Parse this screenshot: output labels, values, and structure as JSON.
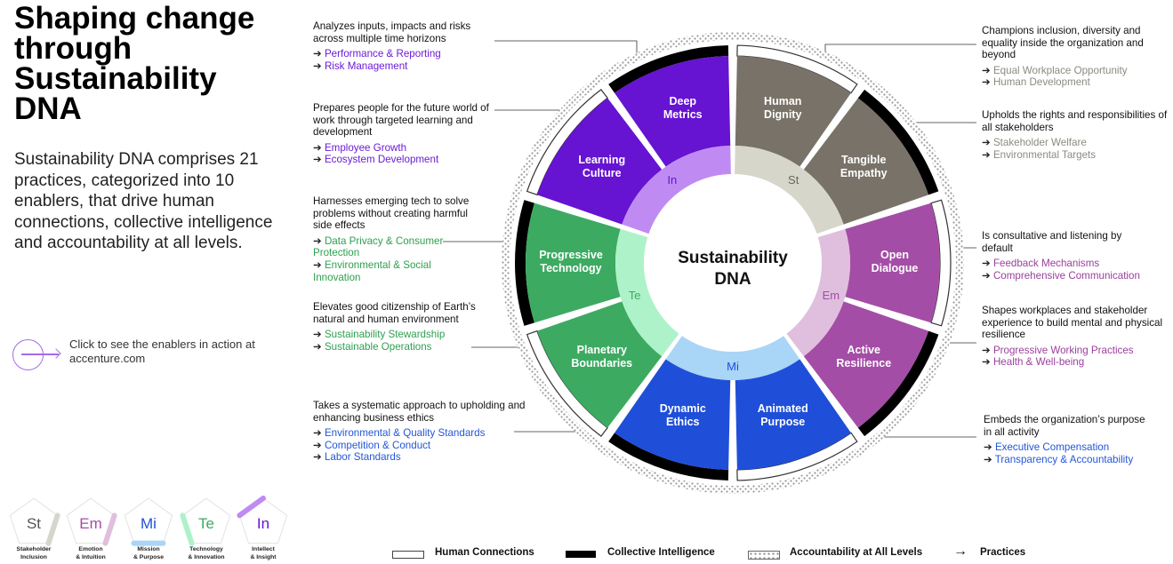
{
  "title": "Shaping change through Sustainability DNA",
  "intro": "Sustainability DNA comprises 21 practices, categorized into 10 enablers, that drive human connections, collective intelligence and accountability at all levels.",
  "cta": {
    "text": "Click to see the enablers in action at accenture.com",
    "icon": "arrow-circle-icon",
    "color": "#a46be8"
  },
  "center_label": "Sustainability DNA",
  "groups": [
    {
      "abbr": "St",
      "name": "Stakeholder Inclusion",
      "color": "#787268",
      "inner_color": "#d7d6cb",
      "practice_color": "#8c8a80"
    },
    {
      "abbr": "Em",
      "name": "Emotion & Intuition",
      "color": "#a44da6",
      "inner_color": "#dfbfdd",
      "practice_color": "#9b3f9d"
    },
    {
      "abbr": "Mi",
      "name": "Mission & Purpose",
      "color": "#1f4fd9",
      "inner_color": "#a9d5f6",
      "practice_color": "#2456d6"
    },
    {
      "abbr": "Te",
      "name": "Technology & Innovation",
      "color": "#3daa62",
      "inner_color": "#adf2c8",
      "practice_color": "#2ea04f"
    },
    {
      "abbr": "In",
      "name": "Intellect & Insight",
      "color": "#6613d2",
      "inner_color": "#bf8bf3",
      "practice_color": "#6b1bd6"
    }
  ],
  "enablers": [
    {
      "name": "Human Dignity",
      "group": "St",
      "description": "Champions inclusion, diversity and equality inside the organization and beyond",
      "practices": [
        "Equal Workplace Opportunity",
        "Human Development"
      ]
    },
    {
      "name": "Tangible Empathy",
      "group": "St",
      "description": "Upholds the rights and responsibilities of all stakeholders",
      "practices": [
        "Stakeholder Welfare",
        "Environmental Targets"
      ]
    },
    {
      "name": "Open Dialogue",
      "group": "Em",
      "description": "Is consultative and listening by default",
      "practices": [
        "Feedback Mechanisms",
        "Comprehensive Communication"
      ]
    },
    {
      "name": "Active Resilience",
      "group": "Em",
      "description": "Shapes workplaces and stakeholder experience to build mental and physical resilience",
      "practices": [
        "Progressive Working Practices",
        "Health & Well-being"
      ]
    },
    {
      "name": "Animated Purpose",
      "group": "Mi",
      "description": "Embeds the organization’s purpose in all activity",
      "practices": [
        "Executive Compensation",
        "Transparency & Accountability"
      ]
    },
    {
      "name": "Dynamic Ethics",
      "group": "Mi",
      "description": "Takes a systematic approach to upholding and enhancing business ethics",
      "practices": [
        "Environmental & Quality Standards",
        "Competition & Conduct",
        "Labor Standards"
      ]
    },
    {
      "name": "Planetary Boundaries",
      "group": "Te",
      "description": "Elevates good citizenship of Earth’s natural and human environment",
      "practices": [
        "Sustainability Stewardship",
        "Sustainable Operations"
      ]
    },
    {
      "name": "Progressive Technology",
      "group": "Te",
      "description": "Harnesses emerging tech to solve problems without creating harmful side effects",
      "practices": [
        "Data Privacy & Consumer Protection",
        "Environmental & Social Innovation"
      ]
    },
    {
      "name": "Learning Culture",
      "group": "In",
      "description": "Prepares people for the future world of work through targeted learning and development",
      "practices": [
        "Employee Growth",
        "Ecosystem Development"
      ]
    },
    {
      "name": "Deep Metrics",
      "group": "In",
      "description": "Analyzes inputs, impacts and risks across multiple time horizons",
      "practices": [
        "Performance & Reporting",
        "Risk Management"
      ]
    }
  ],
  "legend": {
    "human_connections": "Human Connections",
    "collective_intelligence": "Collective Intelligence",
    "accountability": "Accountability at All Levels",
    "practices": "Practices",
    "practices_arrow": "→"
  }
}
